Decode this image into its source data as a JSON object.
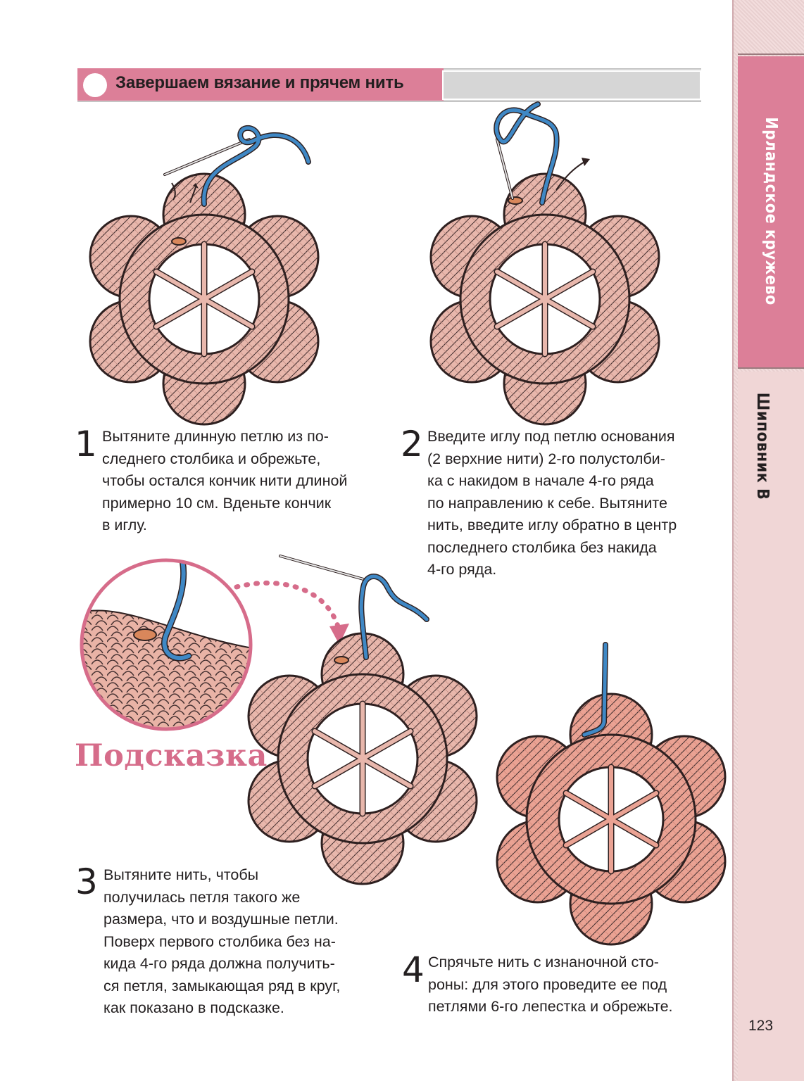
{
  "heading": {
    "title": "Завершаем вязание и прячем нить"
  },
  "side_tabs": {
    "section": "Ирландское кружево",
    "subsection": "Шиповник В"
  },
  "steps": [
    {
      "number": "1",
      "lines": [
        "Вытяните длинную петлю из по-",
        "следнего столбика и обрежьте,",
        "чтобы остался кончик нити длиной",
        "примерно 10 см. Вденьте кончик",
        "в иглу."
      ]
    },
    {
      "number": "2",
      "lines": [
        "Введите иглу под петлю основания",
        "(2 верхние нити) 2-го полустолби-",
        "ка с накидом в начале 4-го ряда",
        "по направлению к себе. Вытяните",
        "нить, введите иглу обратно в центр",
        "последнего столбика без накида",
        "4-го ряда."
      ]
    },
    {
      "number": "3",
      "lines": [
        "Вытяните нить, чтобы",
        "получилась петля такого же",
        "размера, что и воздушные петли.",
        "Поверх первого столбика без на-",
        "кида 4-го ряда должна получить-",
        "ся петля, замыкающая ряд в круг,",
        "как показано в подсказке."
      ]
    },
    {
      "number": "4",
      "lines": [
        "Спрячьте нить с изнаночной сто-",
        "роны: для этого проведите ее под",
        "петлями 6-го лепестка и обрежьте."
      ]
    }
  ],
  "hint": {
    "title": "Подсказка"
  },
  "page_number": "123",
  "colors": {
    "accent_pink": "#dc7f98",
    "thread_blue": "#3f88c5",
    "yarn_pink": "#e9b0a6",
    "yarn_outline": "#3a2a2a"
  },
  "icons": [
    "flower-motif-illustration",
    "needle-icon",
    "arrow-icon",
    "magnifier-circle"
  ]
}
